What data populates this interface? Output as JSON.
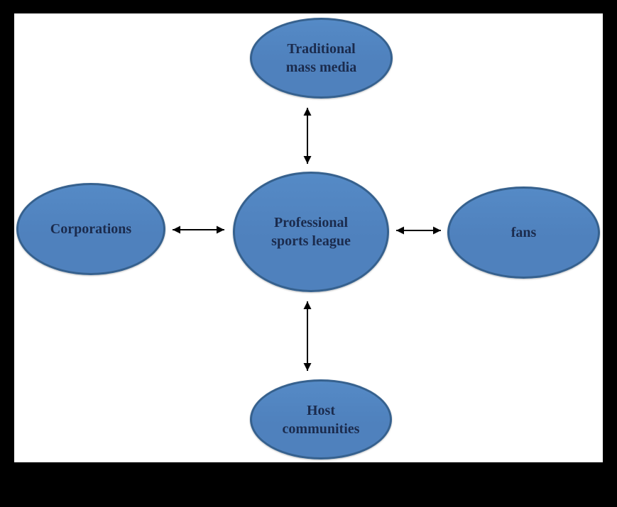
{
  "theme": {
    "canvas_bg": "#000000",
    "page_bg": "#ffffff",
    "node_fill": "#4f81bd",
    "node_border": "#36618e",
    "node_text": "#1b2b4d",
    "arrow_color": "#000000"
  },
  "diagram": {
    "type": "hub-and-spoke relationship diagram",
    "nodes": [
      {
        "id": "traditional-mass-media",
        "label": "Traditional mass media",
        "lines": [
          "Traditional",
          "mass media"
        ],
        "position": "top"
      },
      {
        "id": "corporations",
        "label": "Corporations",
        "lines": [
          "Corporations"
        ],
        "position": "left"
      },
      {
        "id": "professional-sports-league",
        "label": "Professional sports league",
        "lines": [
          "Professional",
          "sports league"
        ],
        "position": "center"
      },
      {
        "id": "fans",
        "label": "fans",
        "lines": [
          "fans"
        ],
        "position": "right"
      },
      {
        "id": "host-communities",
        "label": "Host communities",
        "lines": [
          "Host",
          "communities"
        ],
        "position": "bottom"
      }
    ],
    "edges": [
      {
        "from": "professional-sports-league",
        "to": "traditional-mass-media",
        "bidirectional": true
      },
      {
        "from": "professional-sports-league",
        "to": "corporations",
        "bidirectional": true
      },
      {
        "from": "professional-sports-league",
        "to": "fans",
        "bidirectional": true
      },
      {
        "from": "professional-sports-league",
        "to": "host-communities",
        "bidirectional": true
      }
    ]
  }
}
